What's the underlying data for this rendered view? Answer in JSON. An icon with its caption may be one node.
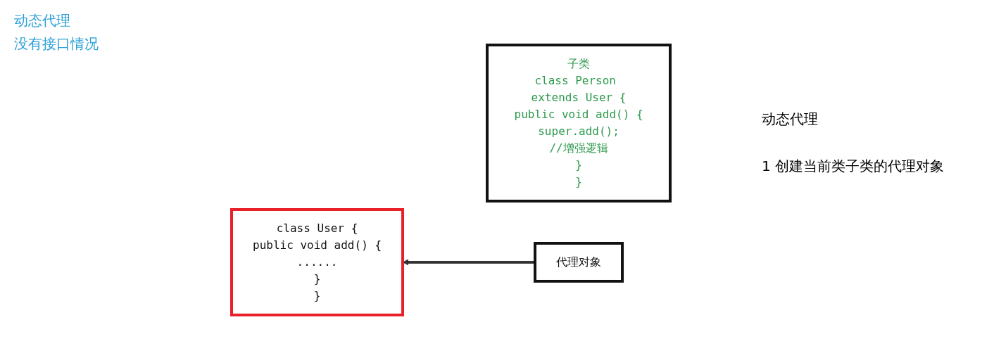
{
  "diagram": {
    "nodes": [
      {
        "text": [
          "class User {",
          "public void add() {",
          "......",
          "}",
          "}"
        ]
      },
      {
        "text": [
          "子类",
          "class Person extends User {",
          "public void add() {",
          "super.add();",
          "//增强逻辑",
          "}",
          "}"
        ]
      },
      {
        "text": [
          "代理对象"
        ]
      }
    ],
    "edges": [
      {
        "from": 2,
        "to": 0,
        "arrow": "to"
      }
    ],
    "labels": [
      "动态代理",
      "没有接口情况",
      "动态代理",
      "1 创建当前类子类的代理对象"
    ]
  }
}
